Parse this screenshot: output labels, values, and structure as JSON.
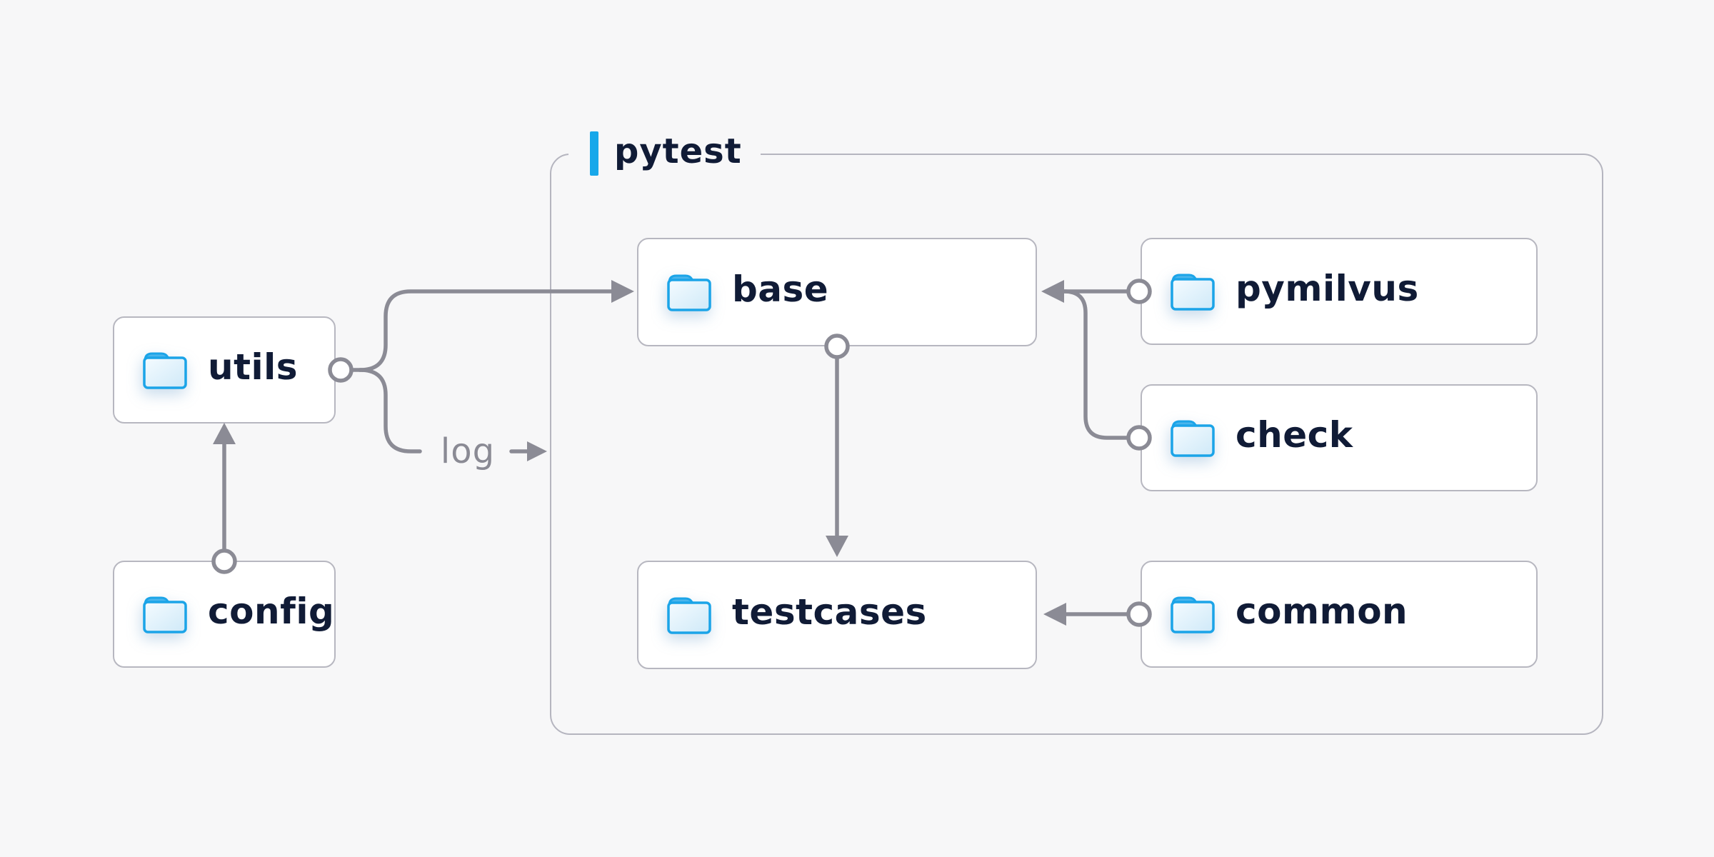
{
  "diagram": {
    "title_group": {
      "label": "pytest"
    },
    "nodes": [
      {
        "id": "utils",
        "label": "utils",
        "icon": "folder-icon"
      },
      {
        "id": "config",
        "label": "config",
        "icon": "folder-icon"
      },
      {
        "id": "base",
        "label": "base",
        "icon": "folder-icon"
      },
      {
        "id": "testcases",
        "label": "testcases",
        "icon": "folder-icon"
      },
      {
        "id": "pymilvus",
        "label": "pymilvus",
        "icon": "folder-icon"
      },
      {
        "id": "check",
        "label": "check",
        "icon": "folder-icon"
      },
      {
        "id": "common",
        "label": "common",
        "icon": "folder-icon"
      }
    ],
    "edges": [
      {
        "from": "config",
        "to": "utils"
      },
      {
        "from": "utils",
        "to": "base"
      },
      {
        "from": "utils",
        "to": "log",
        "label": "log"
      },
      {
        "from": "base",
        "to": "testcases"
      },
      {
        "from": "pymilvus",
        "to": "base"
      },
      {
        "from": "check",
        "to": "base"
      },
      {
        "from": "common",
        "to": "testcases"
      }
    ],
    "edge_labels": {
      "log": "log"
    },
    "colors": {
      "background": "#f7f7f8",
      "accent_blue": "#18a8ea",
      "folder_stroke": "#1ba4e8",
      "folder_tab": "#4ab5ec",
      "text_navy": "#101b36",
      "connector_gray": "#8b8b95",
      "node_border": "#b7b7c0",
      "group_border": "#b5b5bf"
    }
  }
}
